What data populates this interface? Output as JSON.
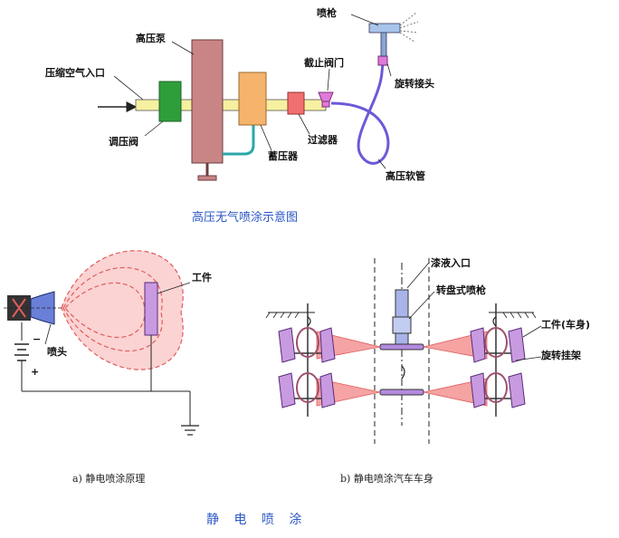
{
  "top_diagram": {
    "labels": {
      "spray_gun": "喷枪",
      "high_pressure_pump": "高压泵",
      "shutoff_valve": "截止阀门",
      "compressed_air_inlet": "压缩空气入口",
      "rotary_joint": "旋转接头",
      "pressure_regulator": "调压阀",
      "filter": "过滤器",
      "accumulator": "蓄压器",
      "high_pressure_hose": "高压软管"
    },
    "caption": "高压无气喷涂示意图"
  },
  "bottom_left": {
    "labels": {
      "workpiece": "工件",
      "nozzle": "喷头",
      "minus": "−",
      "plus": "+"
    },
    "caption": "a) 静电喷涂原理"
  },
  "bottom_right": {
    "labels": {
      "paint_inlet": "漆液入口",
      "rotary_disc_gun": "转盘式喷枪",
      "workpiece_body": "工件(车身)",
      "rotary_hanger": "旋转挂架"
    },
    "caption": "b) 静电喷涂汽车车身"
  },
  "main_title": "静 电 喷 涂",
  "colors": {
    "pump": "#c98585",
    "regulator": "#2e9e3a",
    "accumulator": "#f5b36b",
    "filter": "#f07070",
    "hose": "#6a5ad8",
    "spray_field": "#f08a8a",
    "caption_blue": "#2b56c6"
  }
}
